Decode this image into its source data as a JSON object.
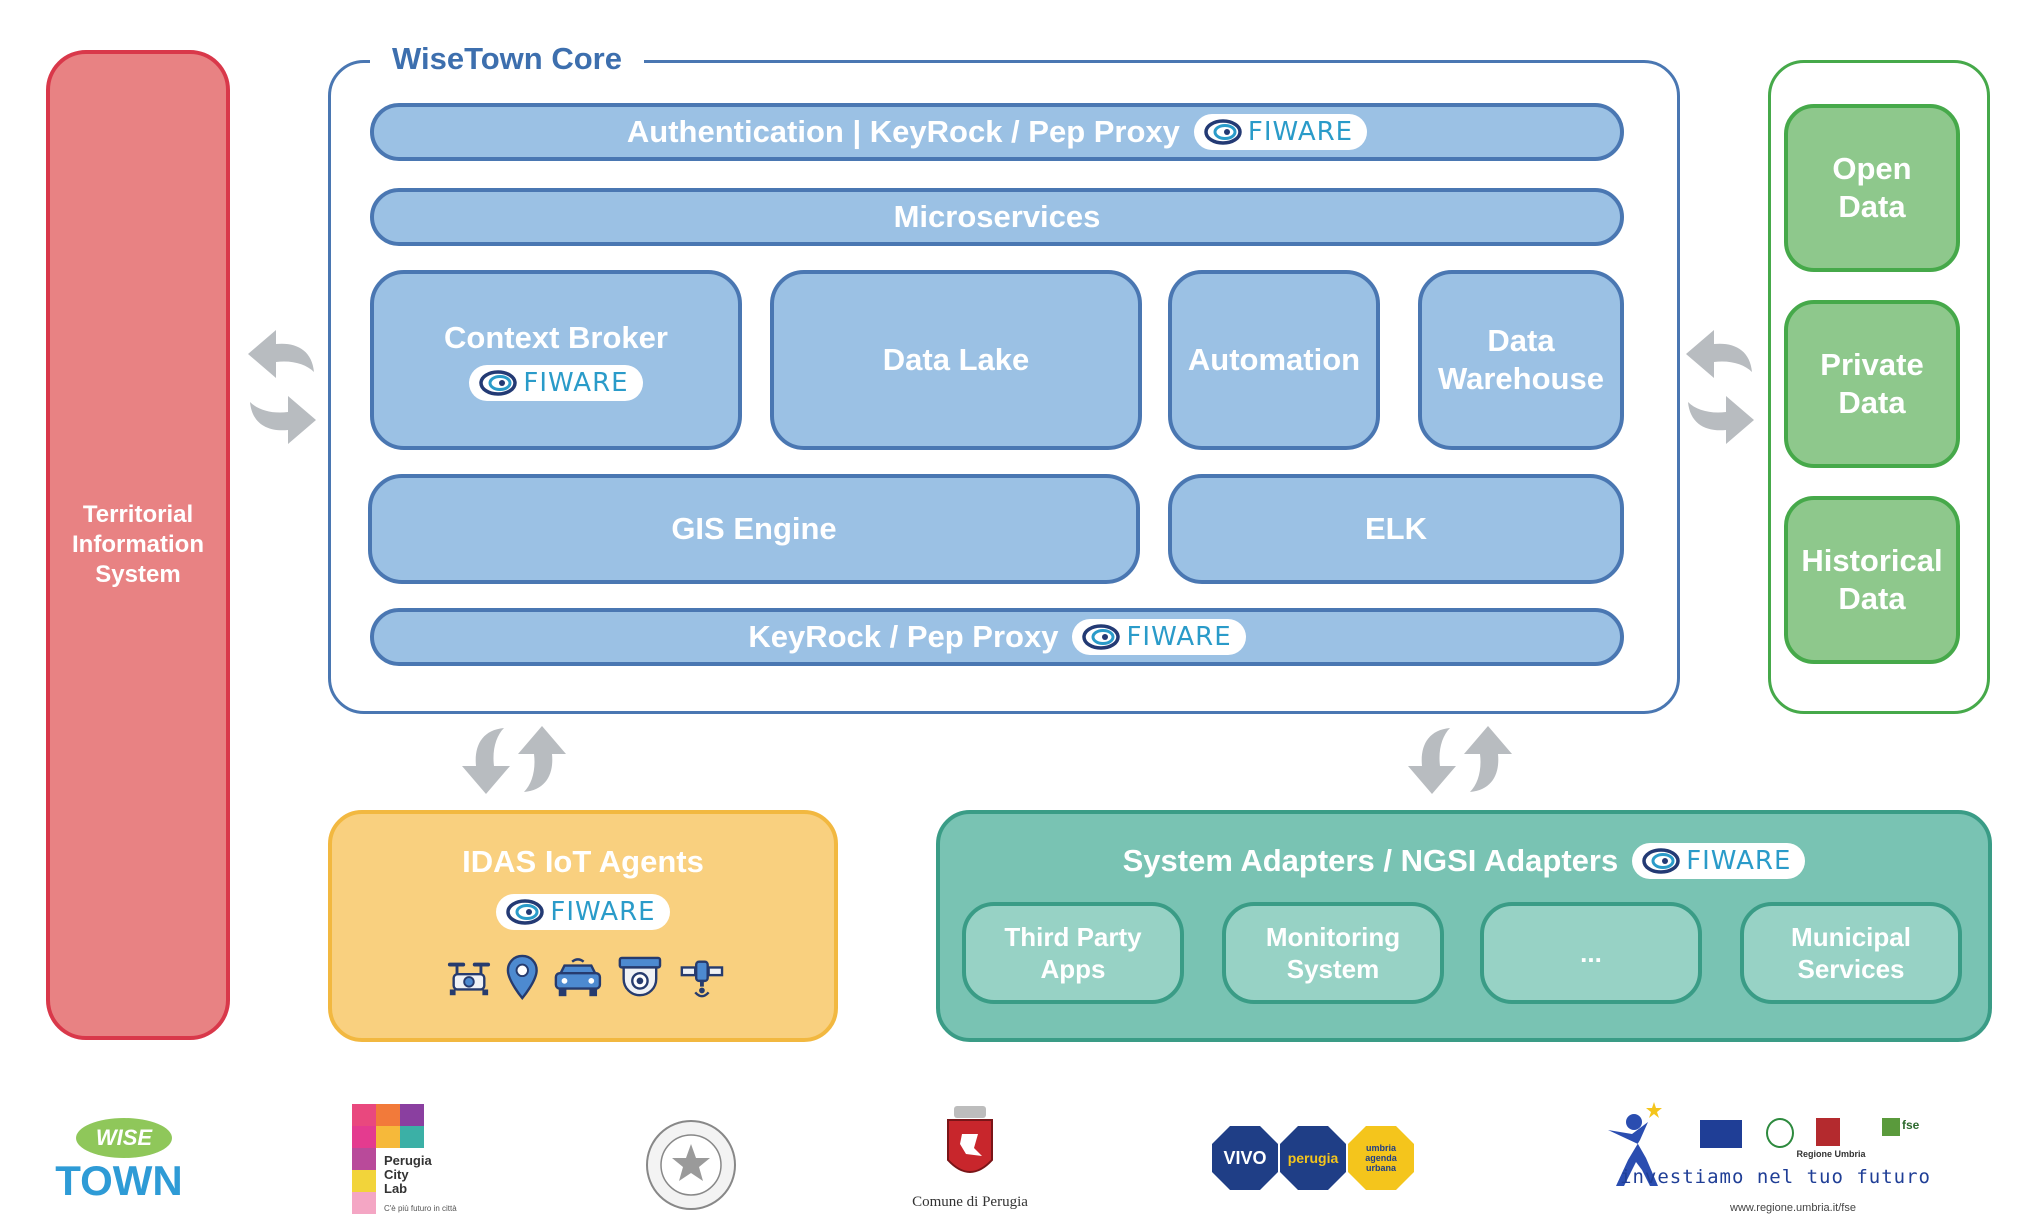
{
  "left_panel": {
    "label": "Territorial\nInformation\nSystem"
  },
  "core": {
    "title": "WiseTown Core",
    "auth_bar": "Authentication | KeyRock / Pep Proxy",
    "microservices": "Microservices",
    "context_broker": "Context Broker",
    "data_lake": "Data Lake",
    "automation": "Automation",
    "data_warehouse": "Data\nWarehouse",
    "gis_engine": "GIS Engine",
    "elk": "ELK",
    "keyrock_bar": "KeyRock / Pep Proxy"
  },
  "fiware_label": "FIWARE",
  "data_panel": {
    "items": [
      "Open\nData",
      "Private\nData",
      "Historical\nData"
    ]
  },
  "idas": {
    "title": "IDAS IoT Agents"
  },
  "adapters": {
    "title": "System Adapters / NGSI Adapters",
    "items": [
      "Third Party\nApps",
      "Monitoring\nSystem",
      "...",
      "Municipal\nServices"
    ]
  },
  "footer": {
    "wise_top": "WISE",
    "wise_bottom": "TOWN",
    "perugia_city_lab": "Perugia\nCity\nLab",
    "perugia_tagline": "C'è più futuro in città",
    "comune": "Comune di Perugia",
    "vivo": "VIVO",
    "perugia": "perugia",
    "umbria": "umbria\nagenda\nurbana",
    "investiamo": "investiamo nel tuo futuro",
    "regione_url": "www.regione.umbria.it/fse",
    "regione_umbria": "Regione Umbria",
    "fse": "fse"
  },
  "colors": {
    "core_blue": "#4a77b2",
    "block_fill": "#9bc1e4",
    "red": "#e88283",
    "green": "#8ec88c",
    "yellow": "#f9d07f",
    "teal": "#79c3b3",
    "arrow_gray": "#b8bcc0"
  }
}
